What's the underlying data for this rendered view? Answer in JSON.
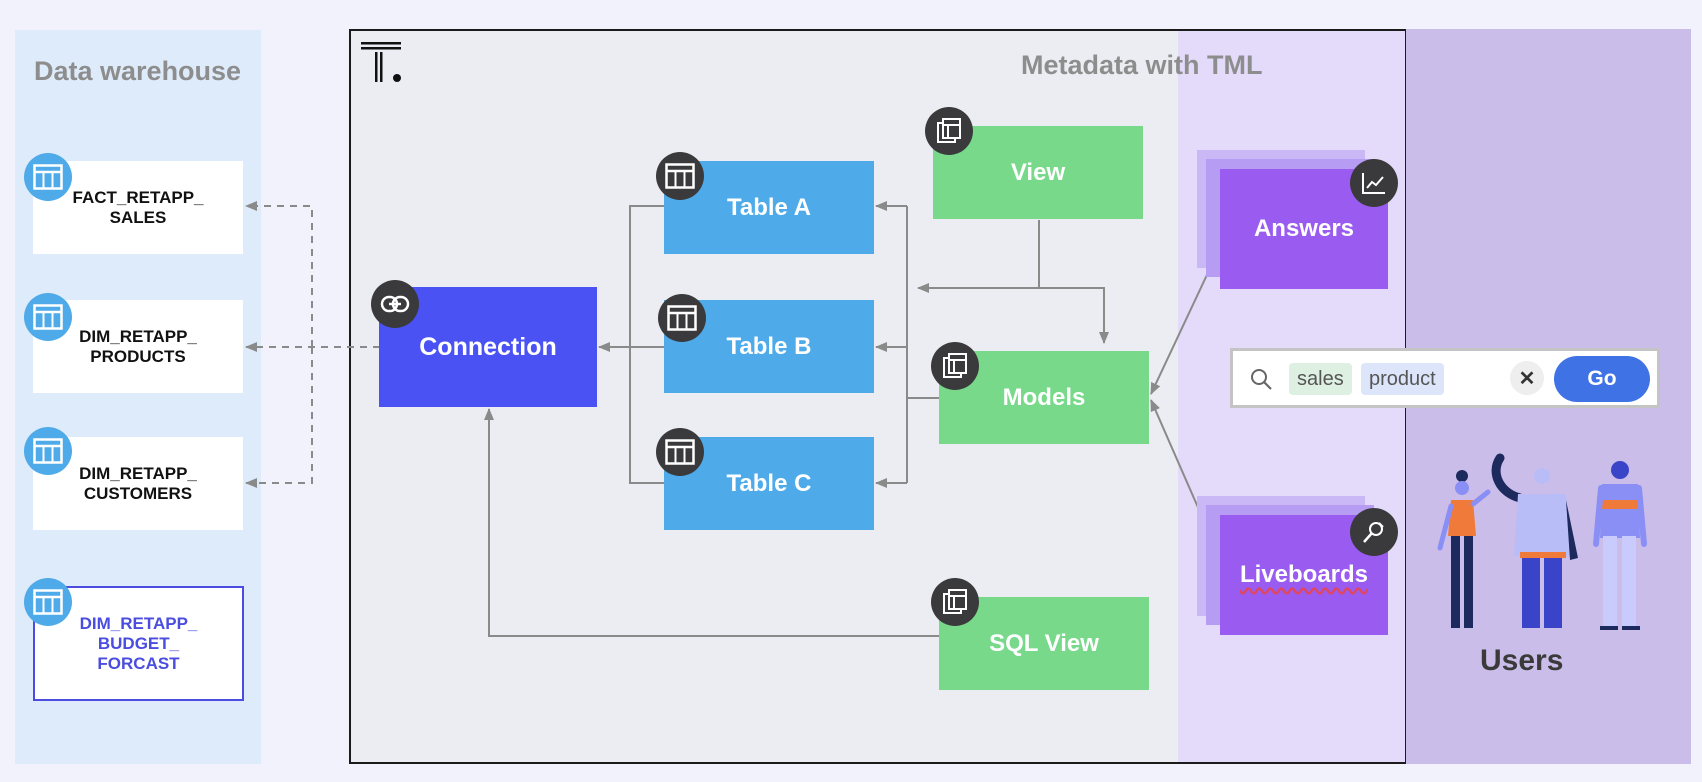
{
  "sections": {
    "data_warehouse": "Data warehouse",
    "metadata": "Metadata with TML",
    "users": "Users"
  },
  "warehouse_tables": [
    {
      "line1": "FACT_RETAPP_",
      "line2": "SALES",
      "line3": ""
    },
    {
      "line1": "DIM_RETAPP_",
      "line2": "PRODUCTS",
      "line3": ""
    },
    {
      "line1": "DIM_RETAPP_",
      "line2": "CUSTOMERS",
      "line3": ""
    },
    {
      "line1": "DIM_RETAPP_",
      "line2": "BUDGET_",
      "line3": "FORCAST"
    }
  ],
  "nodes": {
    "connection": "Connection",
    "table_a": "Table A",
    "table_b": "Table B",
    "table_c": "Table C",
    "view": "View",
    "models": "Models",
    "sql_view": "SQL View",
    "answers": "Answers",
    "liveboards": "Liveboards"
  },
  "search": {
    "tokens": [
      "sales",
      "product"
    ],
    "go_label": "Go"
  },
  "icons": {
    "logo": "thoughtspot-logo",
    "table": "table-icon",
    "link": "link-icon",
    "view": "view-icon",
    "chart": "line-chart-icon",
    "pin": "pin-icon",
    "search": "search-icon",
    "clear": "close-icon"
  },
  "colors": {
    "table_blue": "#4eaae8",
    "connection_indigo": "#4a52f4",
    "view_green": "#78d98a",
    "consumer_purple": "#9a5cf0",
    "go_blue": "#3f72e4"
  }
}
